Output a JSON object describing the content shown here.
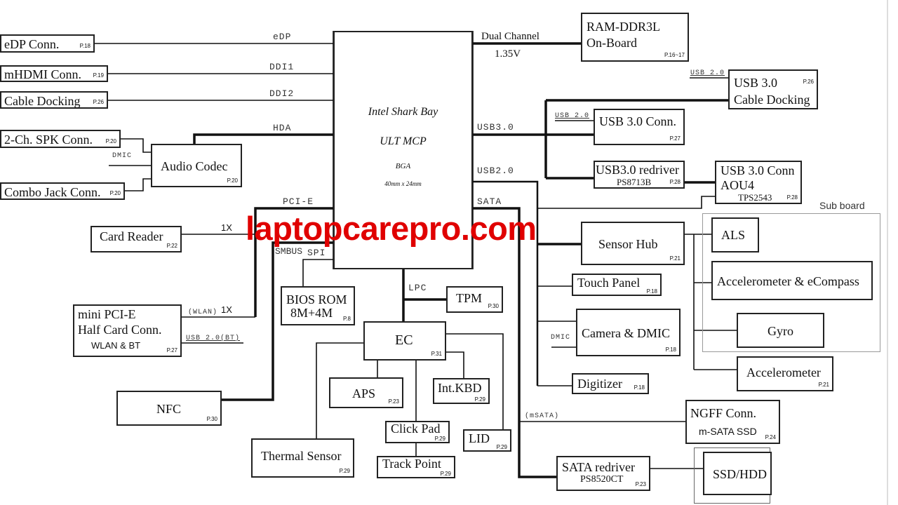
{
  "blocks": {
    "edp": {
      "label": "eDP Conn.",
      "page": "P.18"
    },
    "mhdmi": {
      "label": "mHDMI Conn.",
      "page": "P.19"
    },
    "cable_docking": {
      "label": "Cable Docking",
      "page": "P.26"
    },
    "spk": {
      "label": "2-Ch. SPK Conn.",
      "page": "P.20"
    },
    "audio_codec": {
      "label": "Audio Codec",
      "page": "P.20"
    },
    "combo_jack": {
      "label": "Combo Jack Conn.",
      "page": "P.20"
    },
    "cpu": {
      "line1": "Intel Shark Bay",
      "line2": "ULT MCP",
      "line3": "BGA",
      "line4": "40mm x 24mm"
    },
    "ram": {
      "line1": "RAM-DDR3L",
      "line2": "On-Board",
      "page": "P.16~17"
    },
    "usb30_cable_docking": {
      "line1": "USB 3.0",
      "line2": "Cable Docking",
      "page": "P.26"
    },
    "usb30_conn": {
      "label": "USB 3.0 Conn.",
      "page": "P.27"
    },
    "usb30_redriver": {
      "line1": "USB3.0 redriver",
      "line2": "PS8713B",
      "page": "P.28"
    },
    "usb30_aou4": {
      "line1": "USB 3.0 Conn",
      "line2": "AOU4",
      "line3": "TPS2543",
      "page": "P.28"
    },
    "sub_board": {
      "label": "Sub board"
    },
    "sensor_hub": {
      "label": "Sensor Hub",
      "page": "P.21"
    },
    "als": {
      "label": "ALS"
    },
    "accel_ecompass": {
      "label": "Accelerometer & eCompass"
    },
    "gyro": {
      "label": "Gyro"
    },
    "accelerometer": {
      "label": "Accelerometer",
      "page": "P.21"
    },
    "touch_panel": {
      "label": "Touch Panel",
      "page": "P.18"
    },
    "camera_dmic": {
      "label": "Camera & DMIC",
      "page": "P.18"
    },
    "digitizer": {
      "label": "Digitizer",
      "page": "P.18"
    },
    "ngff": {
      "line1": "NGFF Conn.",
      "line2": "m-SATA SSD",
      "page": "P.24"
    },
    "sata_redriver": {
      "line1": "SATA redriver",
      "line2": "PS8520CT",
      "page": "P.23"
    },
    "ssd_hdd": {
      "label": "SSD/HDD"
    },
    "card_reader": {
      "label": "Card Reader",
      "page": "P.22"
    },
    "mini_pcie": {
      "line1": "mini PCI-E",
      "line2": "Half Card Conn.",
      "line3": "WLAN & BT",
      "page": "P.27"
    },
    "nfc": {
      "label": "NFC",
      "page": "P.30"
    },
    "bios_rom": {
      "line1": "BIOS ROM",
      "line2": "8M+4M",
      "page": "P.8"
    },
    "tpm": {
      "label": "TPM",
      "page": "P.30"
    },
    "ec": {
      "label": "EC",
      "page": "P.31"
    },
    "aps": {
      "label": "APS",
      "page": "P.23"
    },
    "int_kbd": {
      "label": "Int.KBD",
      "page": "P.29"
    },
    "click_pad": {
      "label": "Click Pad",
      "page": "P.29"
    },
    "lid": {
      "label": "LID",
      "page": "P.29"
    },
    "thermal_sensor": {
      "label": "Thermal Sensor",
      "page": "P.29"
    },
    "track_point": {
      "label": "Track Point",
      "page": "P.29"
    }
  },
  "signals": {
    "edp": "eDP",
    "ddi1": "DDI1",
    "ddi2": "DDI2",
    "hda": "HDA",
    "dmic_audio": "DMIC",
    "pcie": "PCI-E",
    "smbus": "SMBUS",
    "spi": "SPI",
    "lpc": "LPC",
    "dual_channel": "Dual Channel",
    "voltage": "1.35V",
    "usb30": "USB3.0",
    "usb20": "USB2.0",
    "sata": "SATA",
    "usb20_dock": "USB 2.0",
    "usb20_conn": "USB 2.0",
    "dmic_camera": "DMIC",
    "card_1x": "1X",
    "wlan_1x": "1X",
    "wlan": "(WLAN)",
    "usb20_bt": "USB 2.0(BT)",
    "msata": "(mSATA)"
  },
  "watermark": "laptopcarepro.com"
}
